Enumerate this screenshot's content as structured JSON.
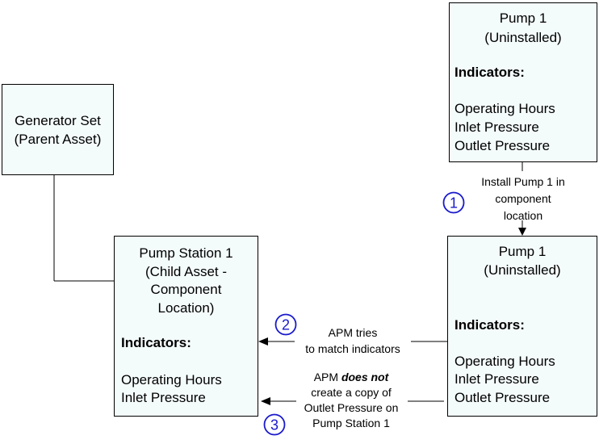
{
  "nodes": {
    "pump_uninstalled": {
      "title": [
        "Pump 1",
        "(Uninstalled)"
      ],
      "indicators_heading": "Indicators:",
      "indicators": [
        "Operating Hours",
        "Inlet Pressure",
        "Outlet Pressure"
      ]
    },
    "generator_set": {
      "title": [
        "Generator Set",
        "(Parent Asset)"
      ]
    },
    "pump_station": {
      "title": [
        "Pump Station 1",
        "(Child Asset -",
        "Component",
        "Location)"
      ],
      "indicators_heading": "Indicators:",
      "indicators": [
        "Operating Hours",
        "Inlet Pressure"
      ]
    },
    "pump_installed": {
      "title": [
        "Pump 1",
        "(Uninstalled)"
      ],
      "indicators_heading": "Indicators:",
      "indicators": [
        "Operating Hours",
        "Inlet Pressure",
        "Outlet Pressure"
      ]
    }
  },
  "steps": {
    "step1": {
      "number": "1",
      "label": [
        "Install Pump 1 in",
        "component",
        "location"
      ]
    },
    "step2": {
      "number": "2",
      "label": [
        "APM tries",
        "to match indicators"
      ]
    },
    "step3": {
      "number": "3",
      "label_line1_prefix": "APM ",
      "label_line1_emphasis": "does not",
      "label": [
        "create a copy of",
        "Outlet Pressure on",
        "Pump Station 1"
      ]
    }
  },
  "colors": {
    "box_fill": "#f4fbfb",
    "step_circle": "#1a1acc",
    "line": "#000000"
  }
}
